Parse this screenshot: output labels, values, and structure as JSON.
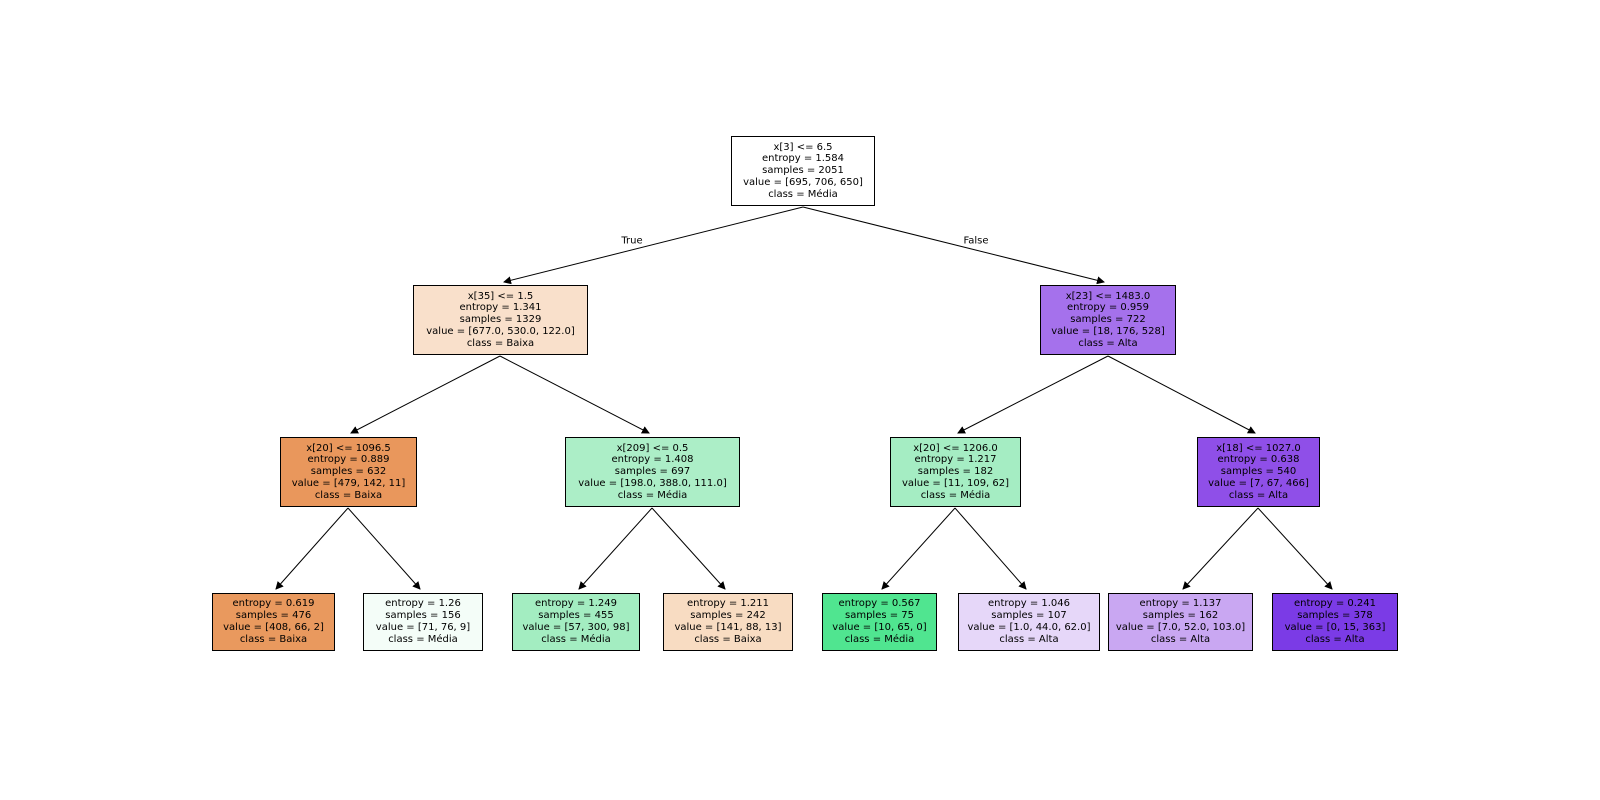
{
  "figure": {
    "background": "#ffffff",
    "node_border_color": "#000000",
    "edge_color": "#000000"
  },
  "edge_labels": {
    "true_label": "True",
    "false_label": "False"
  },
  "nodes": [
    {
      "condition": "x[3] <= 6.5",
      "entropy": "entropy = 1.584",
      "samples": "samples = 2051",
      "value": "value = [695, 706, 650]",
      "class": "class = Média",
      "bg": "#ffffff"
    },
    {
      "condition": "x[35] <= 1.5",
      "entropy": "entropy = 1.341",
      "samples": "samples = 1329",
      "value": "value = [677.0, 530.0, 122.0]",
      "class": "class = Baixa",
      "bg": "#f9e0cb"
    },
    {
      "condition": "x[23] <= 1483.0",
      "entropy": "entropy = 0.959",
      "samples": "samples = 722",
      "value": "value = [18, 176, 528]",
      "class": "class = Alta",
      "bg": "#a571ec"
    },
    {
      "condition": "x[20] <= 1096.5",
      "entropy": "entropy = 0.889",
      "samples": "samples = 632",
      "value": "value = [479, 142, 11]",
      "class": "class = Baixa",
      "bg": "#e9975c"
    },
    {
      "condition": "x[209] <= 0.5",
      "entropy": "entropy = 1.408",
      "samples": "samples = 697",
      "value": "value = [198.0, 388.0, 111.0]",
      "class": "class = Média",
      "bg": "#aceec7"
    },
    {
      "condition": "x[20] <= 1206.0",
      "entropy": "entropy = 1.217",
      "samples": "samples = 182",
      "value": "value = [11, 109, 62]",
      "class": "class = Média",
      "bg": "#a5edc3"
    },
    {
      "condition": "x[18] <= 1027.0",
      "entropy": "entropy = 0.638",
      "samples": "samples = 540",
      "value": "value = [7, 67, 466]",
      "class": "class = Alta",
      "bg": "#8f4fe8"
    },
    {
      "entropy": "entropy = 0.619",
      "samples": "samples = 476",
      "value": "value = [408, 66, 2]",
      "class": "class = Baixa",
      "bg": "#e9995e"
    },
    {
      "entropy": "entropy = 1.26",
      "samples": "samples = 156",
      "value": "value = [71, 76, 9]",
      "class": "class = Média",
      "bg": "#f4fdf8"
    },
    {
      "entropy": "entropy = 1.249",
      "samples": "samples = 455",
      "value": "value = [57, 300, 98]",
      "class": "class = Média",
      "bg": "#a3edc1"
    },
    {
      "entropy": "entropy = 1.211",
      "samples": "samples = 242",
      "value": "value = [141, 88, 13]",
      "class": "class = Baixa",
      "bg": "#f8dcc2"
    },
    {
      "entropy": "entropy = 0.567",
      "samples": "samples = 75",
      "value": "value = [10, 65, 0]",
      "class": "class = Média",
      "bg": "#50e590"
    },
    {
      "entropy": "entropy = 1.046",
      "samples": "samples = 107",
      "value": "value = [1.0, 44.0, 62.0]",
      "class": "class = Alta",
      "bg": "#e6d7f9"
    },
    {
      "entropy": "entropy = 1.137",
      "samples": "samples = 162",
      "value": "value = [7.0, 52.0, 103.0]",
      "class": "class = Alta",
      "bg": "#c9a7f2"
    },
    {
      "entropy": "entropy = 0.241",
      "samples": "samples = 378",
      "value": "value = [0, 15, 363]",
      "class": "class = Alta",
      "bg": "#7b3be6"
    }
  ]
}
